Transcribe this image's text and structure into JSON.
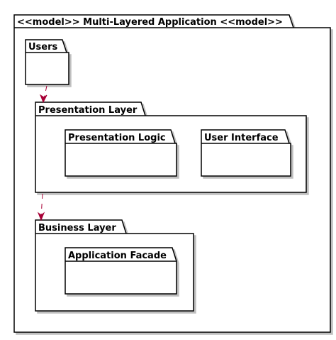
{
  "diagram": {
    "root_package": {
      "label": "<<model>> Multi-Layered Application <<model>>"
    },
    "packages": {
      "users": {
        "label": "Users"
      },
      "presentation_layer": {
        "label": "Presentation Layer"
      },
      "presentation_logic": {
        "label": "Presentation Logic"
      },
      "user_interface": {
        "label": "User Interface"
      },
      "business_layer": {
        "label": "Business Layer"
      },
      "application_facade": {
        "label": "Application Facade"
      }
    },
    "dependencies": [
      {
        "from": "Users",
        "to": "Presentation Layer",
        "style": "dashed",
        "color": "#a80036"
      },
      {
        "from": "Presentation Layer",
        "to": "Business Layer",
        "style": "dashed",
        "color": "#a80036"
      }
    ]
  }
}
